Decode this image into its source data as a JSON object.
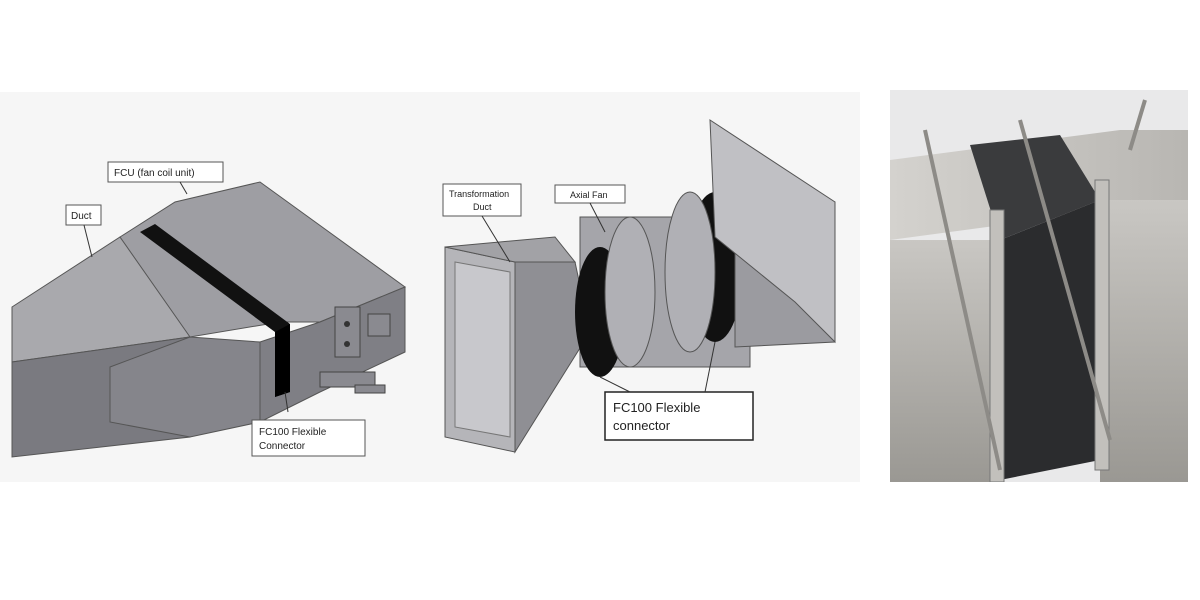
{
  "left_diagram": {
    "callouts": {
      "fcu": "FCU (fan coil unit)",
      "duct": "Duct",
      "connector_line1": "FC100 Flexible",
      "connector_line2": "Connector"
    }
  },
  "middle_diagram": {
    "callouts": {
      "transformation_line1": "Transformation",
      "transformation_line2": "Duct",
      "axial_fan": "Axial Fan",
      "connector_line1": "FC100 Flexible",
      "connector_line2": "connector"
    }
  },
  "colors": {
    "metal_gray": "#9c9c9f",
    "metal_dark": "#6f6f73",
    "connector_black": "#111111",
    "photo_metal": "#b5b2ad"
  }
}
